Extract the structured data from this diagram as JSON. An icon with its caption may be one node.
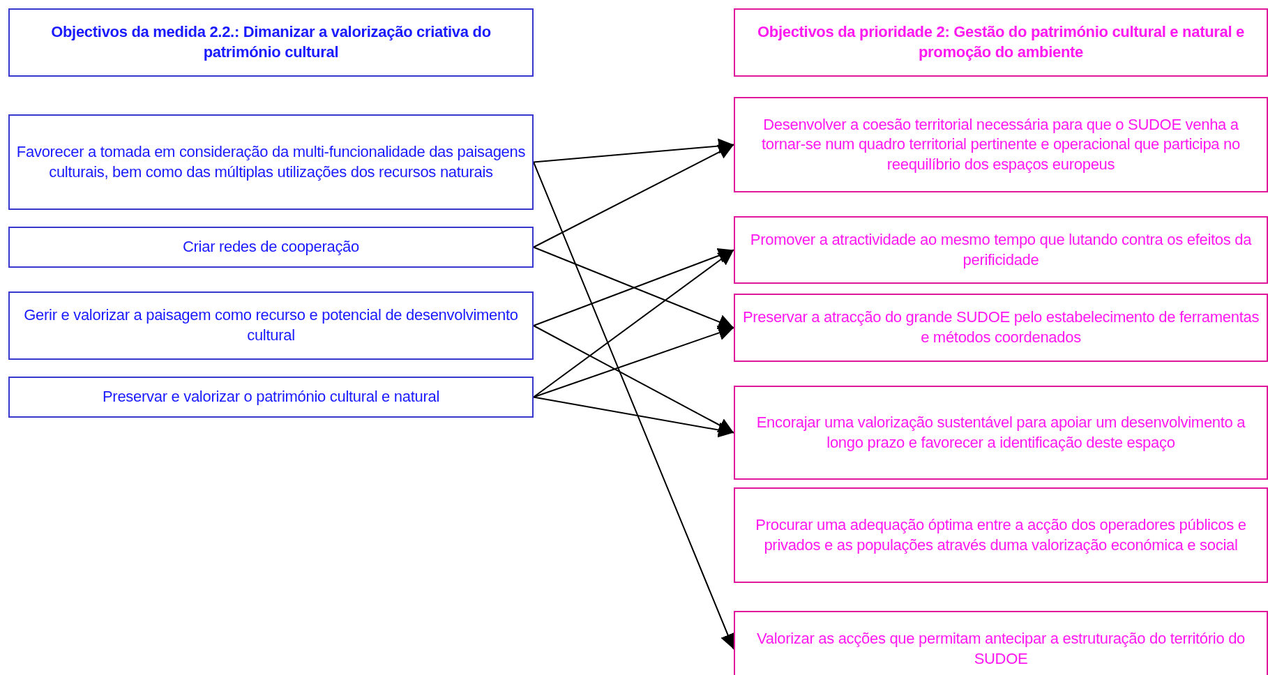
{
  "diagram": {
    "nodes": [
      {
        "text": [
          "Objectivos da medida 2.2.: Dimanizar a valorização criativa do património cultural"
        ]
      },
      {
        "text": [
          "Favorecer a tomada em consideração da  multi-funcionalidade das paisagens culturais, bem como das múltiplas utilizações dos recursos naturais"
        ]
      },
      {
        "text": [
          "Criar redes de cooperação"
        ]
      },
      {
        "text": [
          "Gerir e valorizar a paisagem como recurso e potencial de desenvolvimento cultural"
        ]
      },
      {
        "text": [
          "Preservar e valorizar o património cultural e natural"
        ]
      },
      {
        "text": [
          "Objectivos da prioridade 2: Gestão do património cultural e natural e promoção do ambiente"
        ]
      },
      {
        "text": [
          "Desenvolver a coesão territorial necessária para que o SUDOE venha a tornar-se num quadro  territorial pertinente e operacional que participa no reequilíbrio dos espaços europeus"
        ]
      },
      {
        "text": [
          "Promover a atractividade ao mesmo tempo que lutando contra os efeitos da perificidade"
        ]
      },
      {
        "text": [
          "Preservar a atracção do grande SUDOE pelo estabelecimento de ferramentas e métodos coordenados"
        ]
      },
      {
        "text": [
          "Encorajar uma valorização sustentável para apoiar um desenvolvimento a longo prazo e favorecer a identificação deste espaço"
        ]
      },
      {
        "text": [
          "Procurar uma adequação óptima entre a acção dos operadores públicos e privados e as populações através duma valorização económica e social"
        ]
      },
      {
        "text": [
          "Valorizar as acções que permitam antecipar a estruturação do território do SUDOE"
        ]
      }
    ],
    "edges": [
      {
        "from": 1,
        "to": 6,
        "arrow": "to"
      },
      {
        "from": 1,
        "to": 11,
        "arrow": "to"
      },
      {
        "from": 2,
        "to": 6,
        "arrow": "to"
      },
      {
        "from": 2,
        "to": 8,
        "arrow": "to"
      },
      {
        "from": 3,
        "to": 7,
        "arrow": "to"
      },
      {
        "from": 3,
        "to": 9,
        "arrow": "to"
      },
      {
        "from": 4,
        "to": 7,
        "arrow": "to"
      },
      {
        "from": 4,
        "to": 8,
        "arrow": "to"
      },
      {
        "from": 4,
        "to": 9,
        "arrow": "to"
      }
    ]
  }
}
